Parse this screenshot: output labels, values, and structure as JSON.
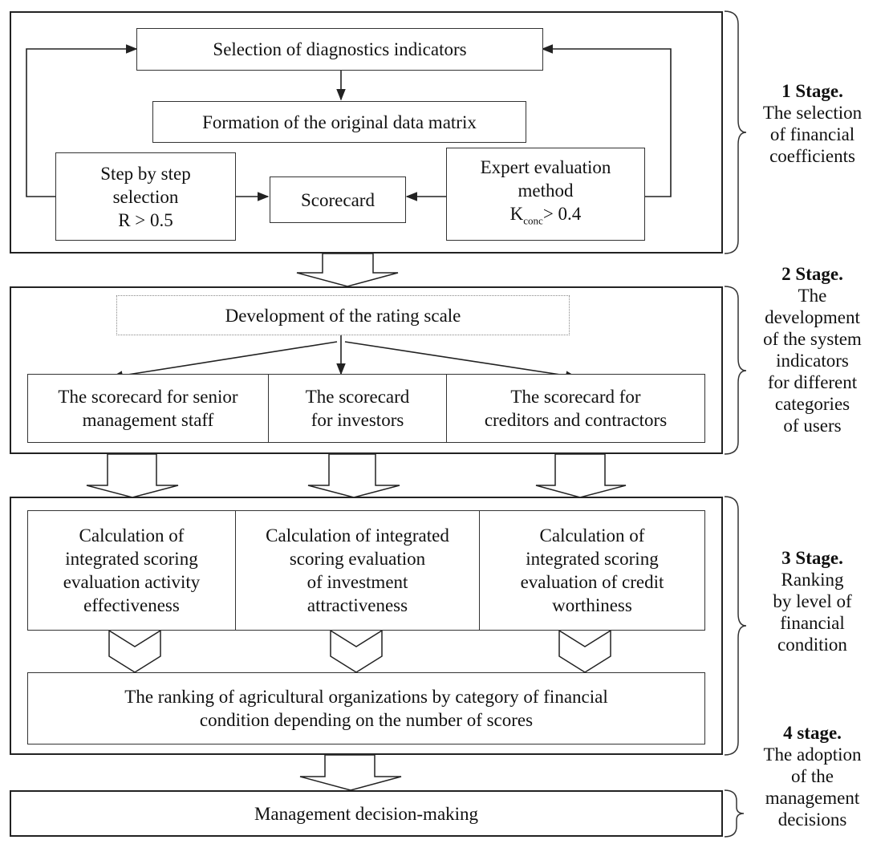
{
  "stage1": {
    "title": "1 Stage.",
    "desc": "The selection\nof financial\ncoefficients",
    "selection": "Selection of diagnostics indicators",
    "formation": "Formation of the original data matrix",
    "stepwise": "Step by step\nselection\nR > 0.5",
    "scorecard": "Scorecard",
    "expert_line1": "Expert evaluation\nmethod",
    "expert_k": "K",
    "expert_sub": "conc",
    "expert_tail": "> 0.4"
  },
  "stage2": {
    "title": "2 Stage.",
    "desc": "The\ndevelopment\nof the system\nindicators\nfor different\ncategories\nof users",
    "rating_scale": "Development of the rating scale",
    "scorecard_management": "The scorecard for senior\nmanagement staff",
    "scorecard_investors": "The scorecard\nfor investors",
    "scorecard_creditors": "The scorecard for\ncreditors and contractors"
  },
  "stage3": {
    "title": "3 Stage.",
    "desc": "Ranking\nby level of\nfinancial\ncondition",
    "calc_activity": "Calculation of\nintegrated scoring\nevaluation activity\neffectiveness",
    "calc_investment": "Calculation of integrated\nscoring evaluation\nof investment\nattractiveness",
    "calc_credit": "Calculation of\nintegrated scoring\nevaluation of credit\nworthiness",
    "ranking": "The ranking of agricultural organizations by category of financial\ncondition depending on the number of scores"
  },
  "stage4": {
    "title": "4 stage.",
    "desc": "The adoption\nof the\nmanagement\ndecisions",
    "decision": "Management decision-making"
  }
}
